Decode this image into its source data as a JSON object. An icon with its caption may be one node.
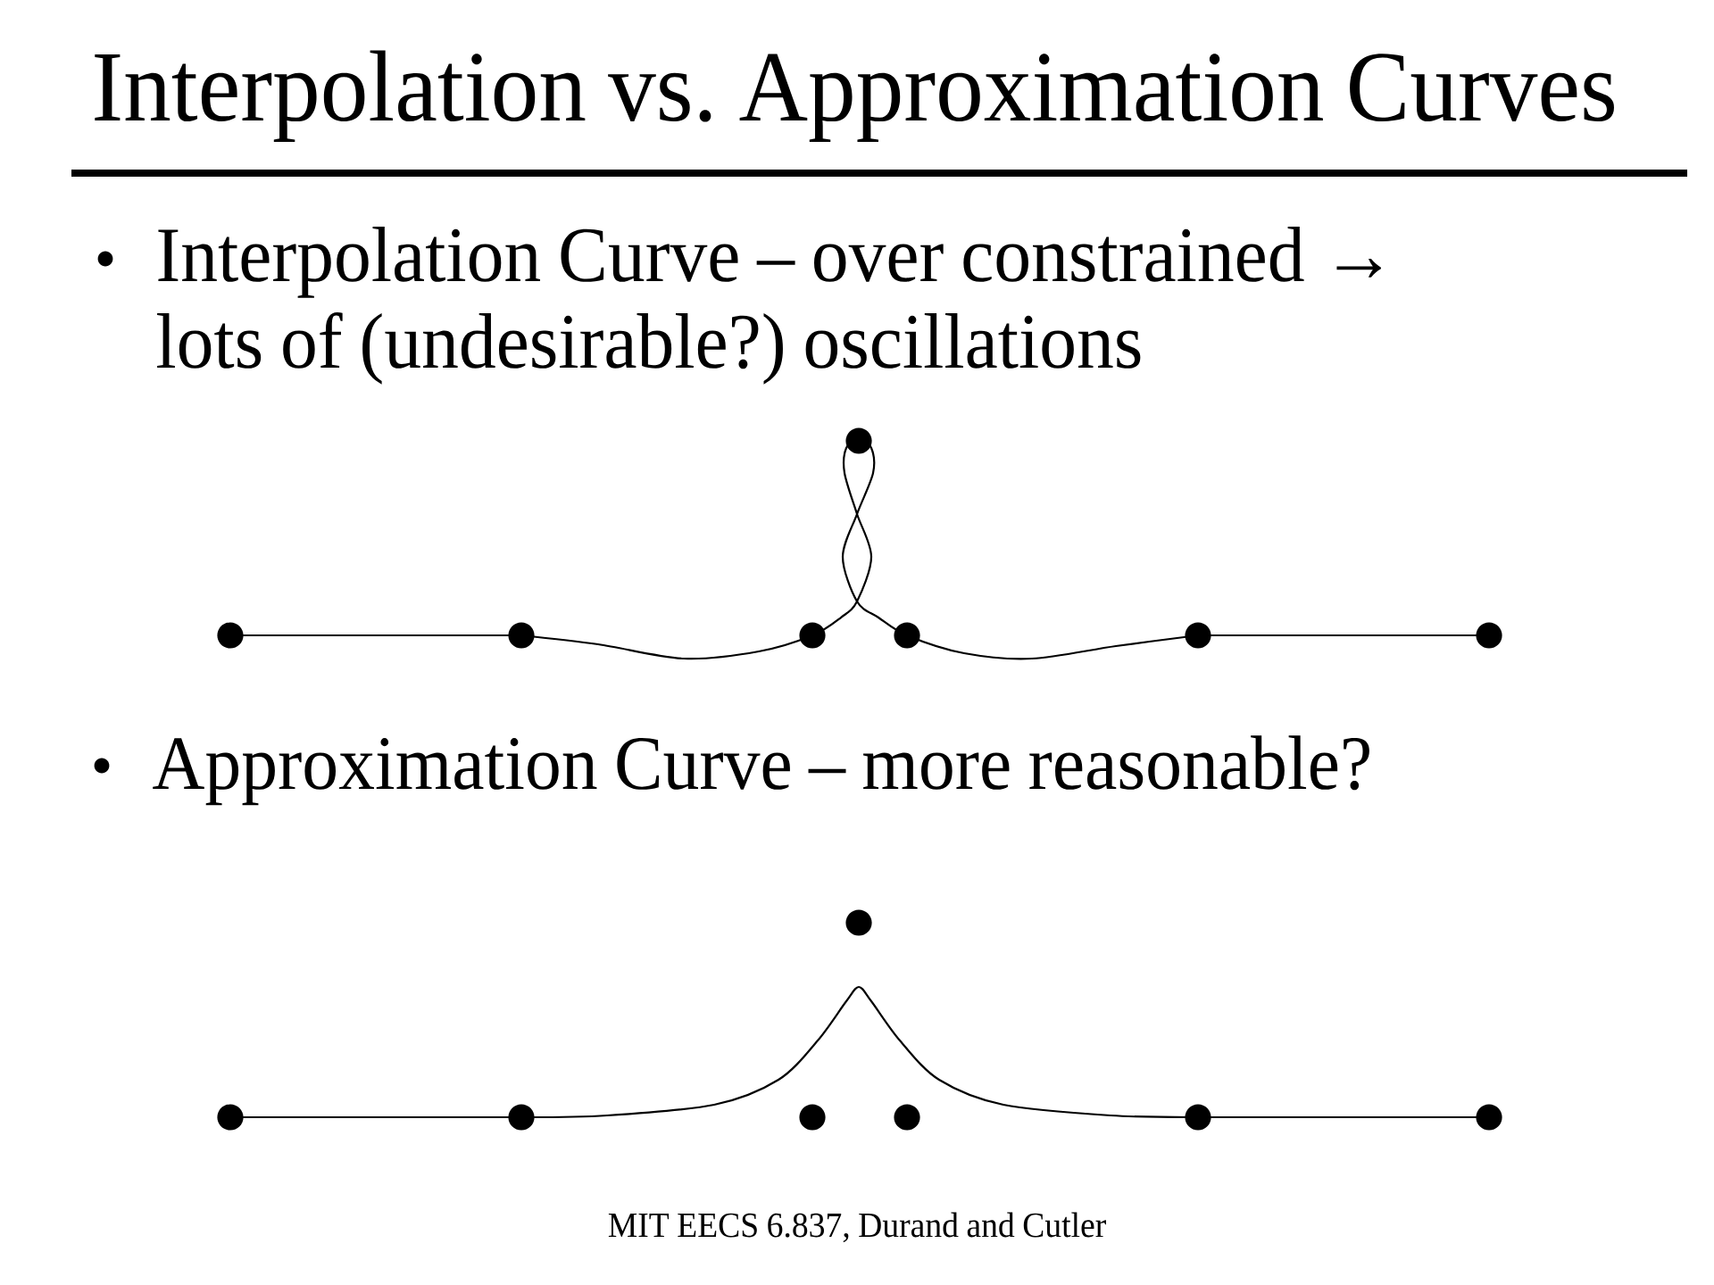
{
  "diagram": {
    "title": "Interpolation vs. Approximation Curves",
    "labels": [
      "Interpolation Curve – over constrained → lots of (undesirable?) oscillations",
      "Approximation Curve – more reasonable?",
      "MIT EECS 6.837, Durand and Cutler"
    ]
  }
}
